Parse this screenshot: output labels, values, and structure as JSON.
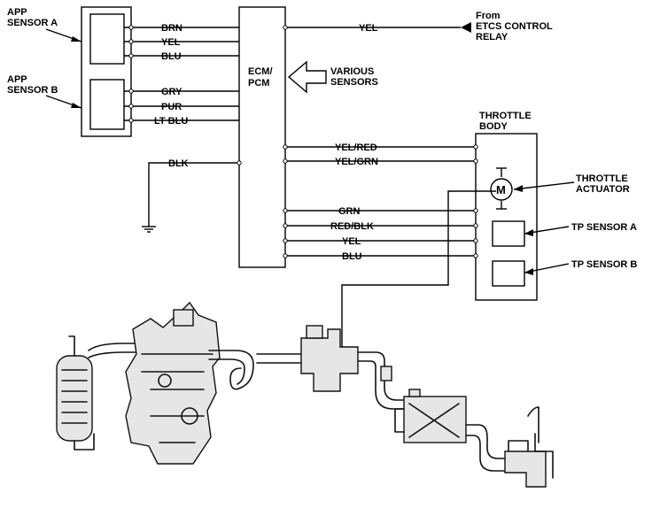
{
  "app_sensor_a": "APP\nSENSOR A",
  "app_sensor_b": "APP\nSENSOR B",
  "ecm_label": "ECM/\nPCM",
  "various_sensors": "VARIOUS\nSENSORS",
  "etcs_source": "From\nETCS CONTROL\nRELAY",
  "throttle_body": "THROTTLE\nBODY",
  "throttle_actuator": "THROTTLE\nACTUATOR",
  "motor_symbol": "M",
  "tp_sensor_a": "TP SENSOR A",
  "tp_sensor_b": "TP SENSOR B",
  "ground_wire": "BLK",
  "etcs_wire": "YEL",
  "app_a_wires": [
    "BRN",
    "YEL",
    "BLU"
  ],
  "app_b_wires": [
    "GRY",
    "PUR",
    "LT BLU"
  ],
  "throttle_wires": [
    "YEL/RED",
    "YEL/GRN",
    "GRN",
    "RED/BLK",
    "YEL",
    "BLU"
  ]
}
